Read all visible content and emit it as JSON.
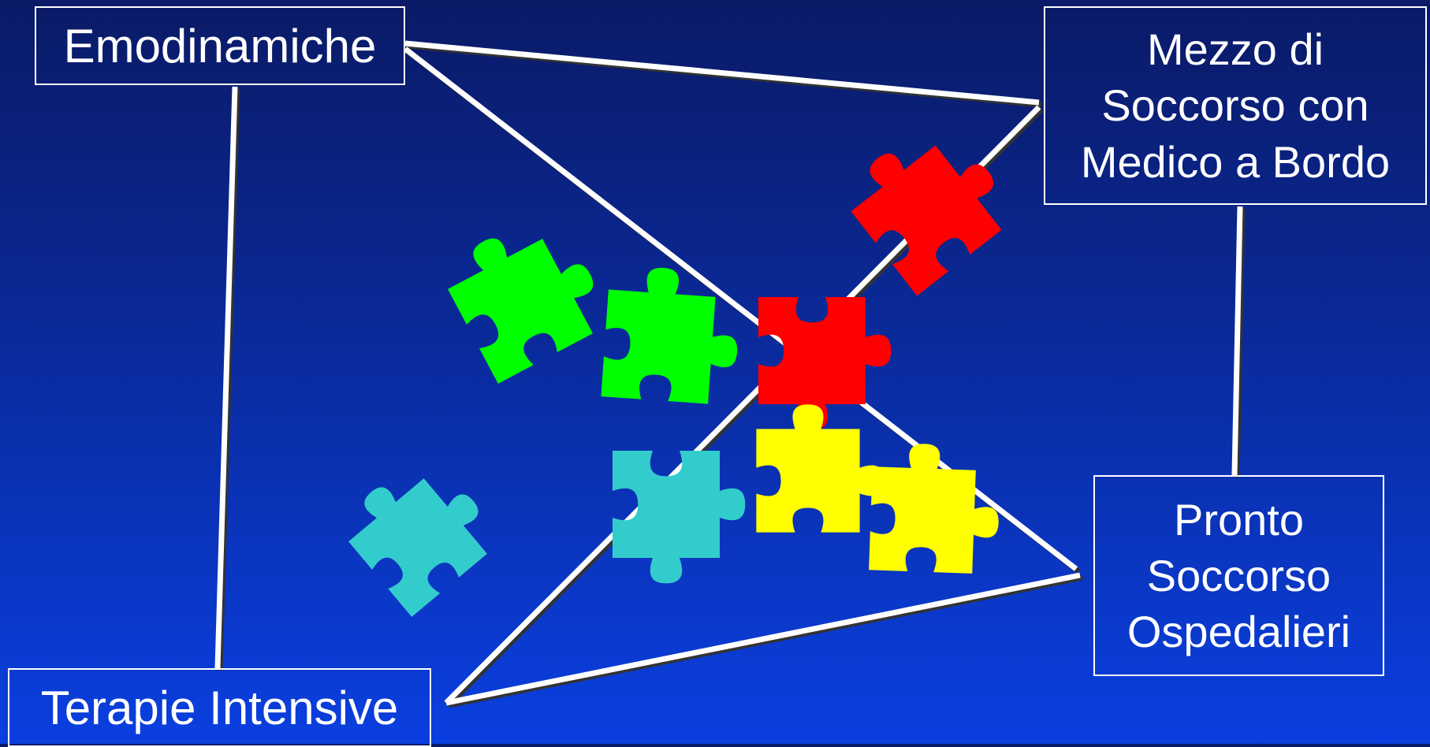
{
  "slide": {
    "background_top": "#0a1a66",
    "background_bottom": "#0a3fe0",
    "line_color": "#ffffff"
  },
  "labels": {
    "emodinamiche": "Emodinamiche",
    "mezzo_di_soccorso": "Mezzo di\nSoccorso con\nMedico a Bordo",
    "pronto_soccorso": "Pronto\nSoccorso\nOspedalieri",
    "terapie_intensive": "Terapie Intensive"
  },
  "puzzle_pieces": [
    {
      "name": "green-puzzle-piece",
      "color": "#00ff00"
    },
    {
      "name": "green-puzzle-piece",
      "color": "#00ff00"
    },
    {
      "name": "red-puzzle-piece",
      "color": "#ff0000"
    },
    {
      "name": "red-puzzle-piece",
      "color": "#ff0000"
    },
    {
      "name": "cyan-puzzle-piece",
      "color": "#33cccc"
    },
    {
      "name": "cyan-puzzle-piece",
      "color": "#33cccc"
    },
    {
      "name": "yellow-puzzle-piece",
      "color": "#ffff00"
    },
    {
      "name": "yellow-puzzle-piece",
      "color": "#ffff00"
    }
  ]
}
